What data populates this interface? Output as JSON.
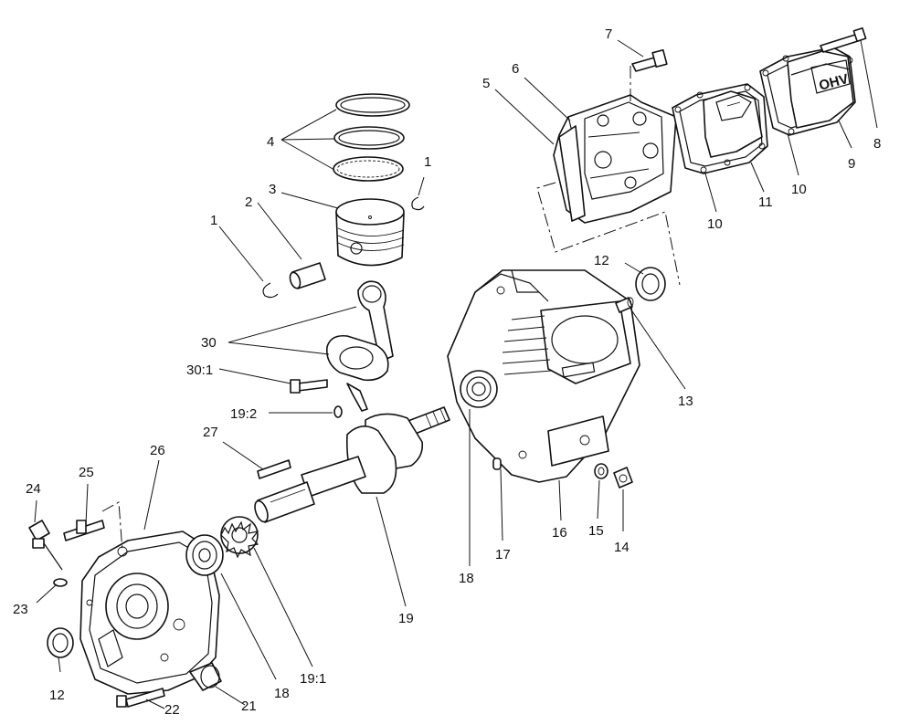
{
  "labels": {
    "l1a": "1",
    "l1b": "1",
    "l2": "2",
    "l3": "3",
    "l4": "4",
    "l5": "5",
    "l6": "6",
    "l7": "7",
    "l8": "8",
    "l9": "9",
    "l10a": "10",
    "l10b": "10",
    "l11": "11",
    "l12a": "12",
    "l12b": "12",
    "l13": "13",
    "l14": "14",
    "l15": "15",
    "l16": "16",
    "l17": "17",
    "l18a": "18",
    "l18b": "18",
    "l19": "19",
    "l19_1": "19:1",
    "l19_2": "19:2",
    "l21": "21",
    "l22": "22",
    "l23": "23",
    "l24": "24",
    "l25": "25",
    "l26": "26",
    "l27": "27",
    "l30": "30",
    "l30_1": "30:1"
  },
  "valve_cover_marking": "OHV"
}
